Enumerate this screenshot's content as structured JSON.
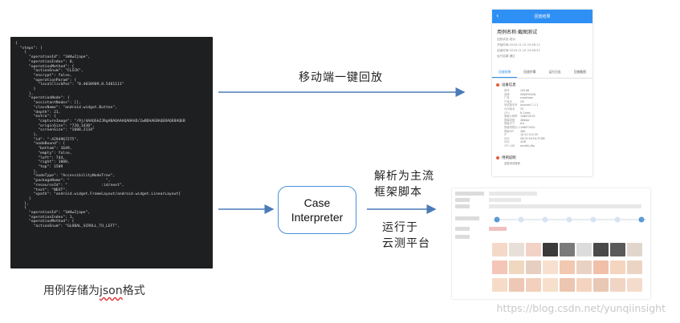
{
  "json_code": "{\n  \"steps\": [\n    {\n      \"operationId\": \"1W4w2jape\",\n      \"operationIndex\": 0,\n      \"operationMethod\": {\n        \"actionEnum\": \"CLICK\",\n        \"encrypt\": false,\n        \"operationParam\": {\n          \"localClickPos\": \"0.4030909,0.5481111\"\n        }\n      },\n      \"operationNode\": {\n        \"assistantNodes\": [],\n        \"className\": \"android.widget.Button\",\n        \"depth\": 21,\n        \"extra\": {\n          \"captureImage\": \"/9j/4AAQSkZJRgABAQAAAQABAAD/2wBDAAEBAQEBAQEBAQEB\n          \"originSize\": \"720,1430\",\n          \"screenSize\": \"1080,2134\"\n        },\n        \"id\": \"-4294967275\",\n        \"nodeBound\": {\n          \"bottom\": 1649,\n          \"empty\": false,\n          \"left\": 744,\n          \"right\": 1008,\n          \"top\": 1509\n        },\n        \"nodeType\": \"AccessibilityNodeTree\",\n        \"packageName\": \"                \",\n        \"resourceId\": \"               :id/next\",\n        \"text\": \"NEXT\",\n        \"xpath\": \"android.widget.FrameLayout/android.widget.LinearLayout[\n      }\n    },\n    {\n      \"operationId\": \"1W4w2jape\",\n      \"operationIndex\": 1,\n      \"operationMethod\": {\n        \"actionEnum\": \"GLOBAL_SCROLL_TO_LEFT\",",
  "json_caption_prefix": "用例存储为",
  "json_caption_wavy": "json",
  "json_caption_suffix": "格式",
  "label_replay": "移动端一键回放",
  "interpreter_line1": "Case",
  "interpreter_line2": "Interpreter",
  "label_parse_line1": "解析为主流",
  "label_parse_line2": "框架脚本",
  "label_run_line1": "运行于",
  "label_run_line2": "云测平台",
  "watermark": "https://blog.csdn.net/yunqiinsight",
  "phone": {
    "header": "回放结果",
    "case_name": "用例名称:截图测试",
    "meta": [
      "回放状态:成功",
      "开始时间:2018-11-15 20:48:12",
      "结束时间:2018-11-15 20:48:31",
      "运行结果:通过"
    ],
    "tabs": [
      "回放结果",
      "回放步骤",
      "运行日志",
      "回放截图"
    ],
    "section_device": "设备信息",
    "device_info": [
      [
        "型号",
        "OE106"
      ],
      [
        "品牌",
        "SMARTISAN"
      ],
      [
        "厂商",
        "smartisan"
      ],
      [
        "产品名",
        "OE"
      ],
      [
        "系统版本号",
        "Android 7.1.1"
      ],
      [
        "SDK版本",
        "25"
      ],
      [
        "CPU",
        "8 Cores"
      ],
      [
        "屏幕分辨率",
        "1080*2070"
      ],
      [
        "屏幕密度",
        "480dpi"
      ],
      [
        "屏幕尺寸",
        "6.0"
      ],
      [
        "屏幕物理大小",
        "1080*1920"
      ],
      [
        "屏幕DPI",
        "480"
      ],
      [
        "IP",
        "10.52.214.55"
      ],
      [
        "MAC",
        "58:33:94:F0:7F:DB"
      ],
      [
        "内存",
        "4GB"
      ],
      [
        "CPU ABI",
        "arm64-v8a"
      ]
    ],
    "section_app": "用例说明",
    "app_text": "这是测试用例"
  }
}
